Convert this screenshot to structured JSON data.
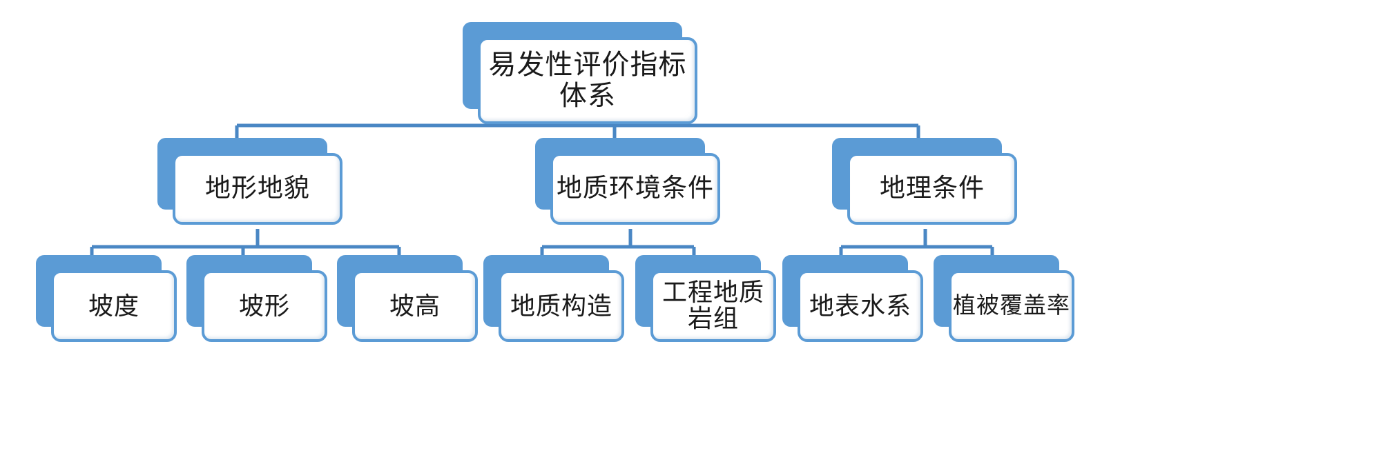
{
  "diagram": {
    "type": "hierarchy-tree",
    "title": "易发性评价指标体系",
    "orientation": "top-down",
    "levels": 3,
    "colors": {
      "box_fill": "#ffffff",
      "box_border": "#5B9BD5",
      "shadow_plate": "#5B9BD5",
      "connector": "#4A87C4",
      "text": "#1a1a1a",
      "background": "#ffffff"
    },
    "nodes": {
      "root": {
        "id": "root",
        "label": "易发性评价指标体系"
      },
      "level2": [
        {
          "id": "n-terrain",
          "label": "地形地貌"
        },
        {
          "id": "n-geoenv",
          "label": "地质环境条件"
        },
        {
          "id": "n-geography",
          "label": "地理条件"
        }
      ],
      "level3": [
        {
          "id": "n-slope-grade",
          "label": "坡度",
          "parent": "n-terrain"
        },
        {
          "id": "n-slope-shape",
          "label": "坡形",
          "parent": "n-terrain"
        },
        {
          "id": "n-slope-height",
          "label": "坡高",
          "parent": "n-terrain"
        },
        {
          "id": "n-geo-structure",
          "label": "地质构造",
          "parent": "n-geoenv"
        },
        {
          "id": "n-rock-group",
          "label": "工程地质\n岩组",
          "parent": "n-geoenv"
        },
        {
          "id": "n-surface-water",
          "label": "地表水系",
          "parent": "n-geography"
        },
        {
          "id": "n-veg-cover",
          "label": "植被覆盖率",
          "parent": "n-geography"
        }
      ]
    }
  }
}
